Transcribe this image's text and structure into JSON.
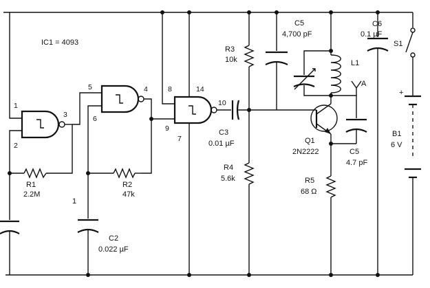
{
  "ic_note": "IC1 = 4093",
  "gates": [
    {
      "in_a": "1",
      "in_b": "2",
      "out": "3"
    },
    {
      "in_a": "5",
      "in_b": "6",
      "out": "4"
    },
    {
      "in_a": "8",
      "in_b": "9",
      "out": "10",
      "vdd_pin": "14",
      "gnd_pin": "7"
    }
  ],
  "components": {
    "r1": {
      "ref": "R1",
      "value": "2.2M"
    },
    "r2": {
      "ref": "R2",
      "value": "47k"
    },
    "r3": {
      "ref": "R3",
      "value": "10k"
    },
    "r4": {
      "ref": "R4",
      "value": "5.6k"
    },
    "r5": {
      "ref": "R5",
      "value": "68 Ω"
    },
    "c2": {
      "ref": "C2",
      "value": "0.022 µF"
    },
    "c2_note": "1",
    "c3": {
      "ref": "C3",
      "value": "0.01 µF"
    },
    "c5_top": {
      "ref": "C5",
      "value": "4,700 pF"
    },
    "c5_bottom": {
      "ref": "C5",
      "value": "4.7 pF"
    },
    "c6": {
      "ref": "C6",
      "value": "0.1 µF"
    },
    "q1": {
      "ref": "Q1",
      "value": "2N2222"
    },
    "l1": {
      "ref": "L1"
    },
    "antenna": {
      "ref": "A"
    },
    "s1": {
      "ref": "S1"
    },
    "b1": {
      "ref": "B1",
      "value": "6 V",
      "plus": "+"
    }
  }
}
